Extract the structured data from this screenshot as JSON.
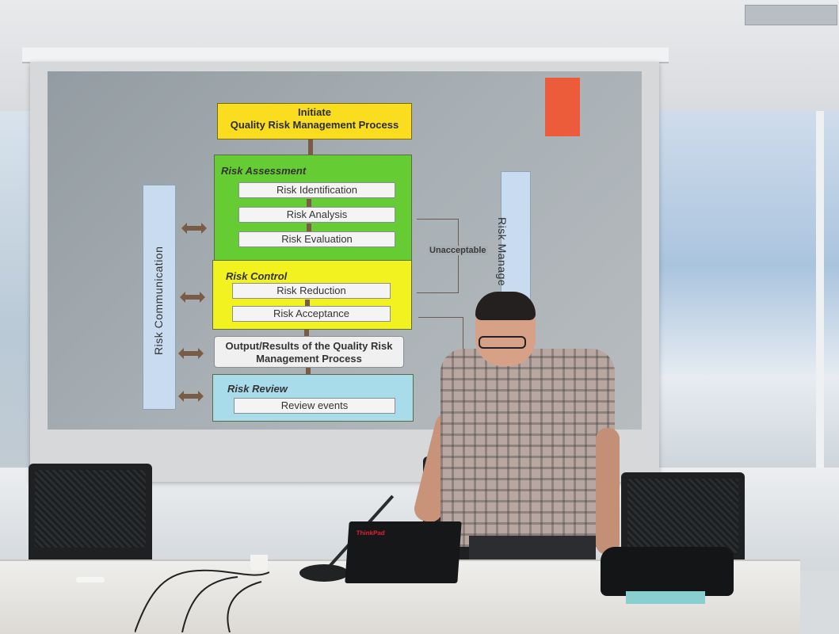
{
  "diagram": {
    "initiate": {
      "line1": "Initiate",
      "line2": "Quality Risk Management Process"
    },
    "risk_assessment": {
      "title": "Risk Assessment",
      "steps": [
        "Risk Identification",
        "Risk Analysis",
        "Risk Evaluation"
      ]
    },
    "risk_control": {
      "title": "Risk Control",
      "steps": [
        "Risk Reduction",
        "Risk Acceptance"
      ]
    },
    "output": {
      "line1": "Output/Results of the Quality Risk",
      "line2": "Management Process"
    },
    "risk_review": {
      "title": "Risk Review",
      "steps": [
        "Review events"
      ]
    },
    "left_bar_label": "Risk Communication",
    "right_bar_label": "Risk Manage",
    "loop_label": "Unacceptable"
  },
  "laptop_brand": "ThinkPad",
  "colors": {
    "initiate": "#fadd1f",
    "risk_assessment": "#66cc33",
    "risk_control": "#f2f221",
    "risk_review": "#a9dcea",
    "accent_tab": "#ec5b3a"
  }
}
